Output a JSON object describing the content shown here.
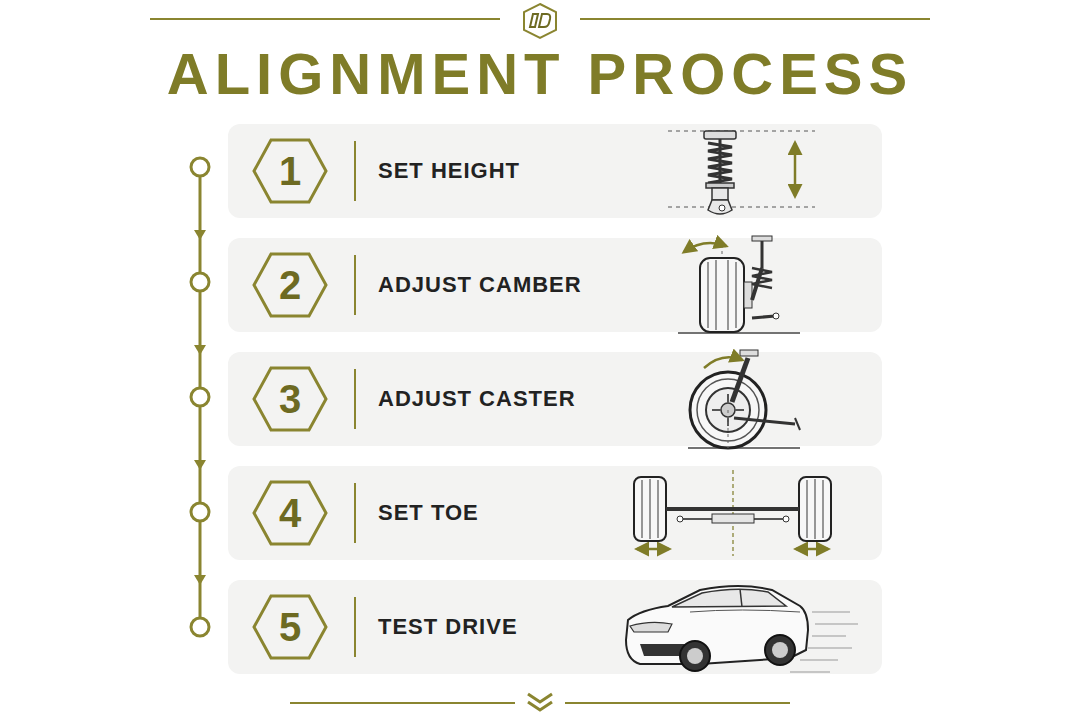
{
  "diagram": {
    "title": "ALIGNMENT PROCESS",
    "nodes": [
      {
        "text": [
          "SET HEIGHT"
        ]
      },
      {
        "text": [
          "1"
        ],
        "in": 0
      },
      {
        "text": [
          "ADJUST CAMBER"
        ]
      },
      {
        "text": [
          "2"
        ],
        "in": 2
      },
      {
        "text": [
          "ADJUST CASTER"
        ]
      },
      {
        "text": [
          "3"
        ],
        "in": 4
      },
      {
        "text": [
          "SET TOE"
        ]
      },
      {
        "text": [
          "4"
        ],
        "in": 6
      },
      {
        "text": [
          "TEST DRIVE"
        ]
      },
      {
        "text": [
          "5"
        ],
        "in": 8
      }
    ]
  }
}
